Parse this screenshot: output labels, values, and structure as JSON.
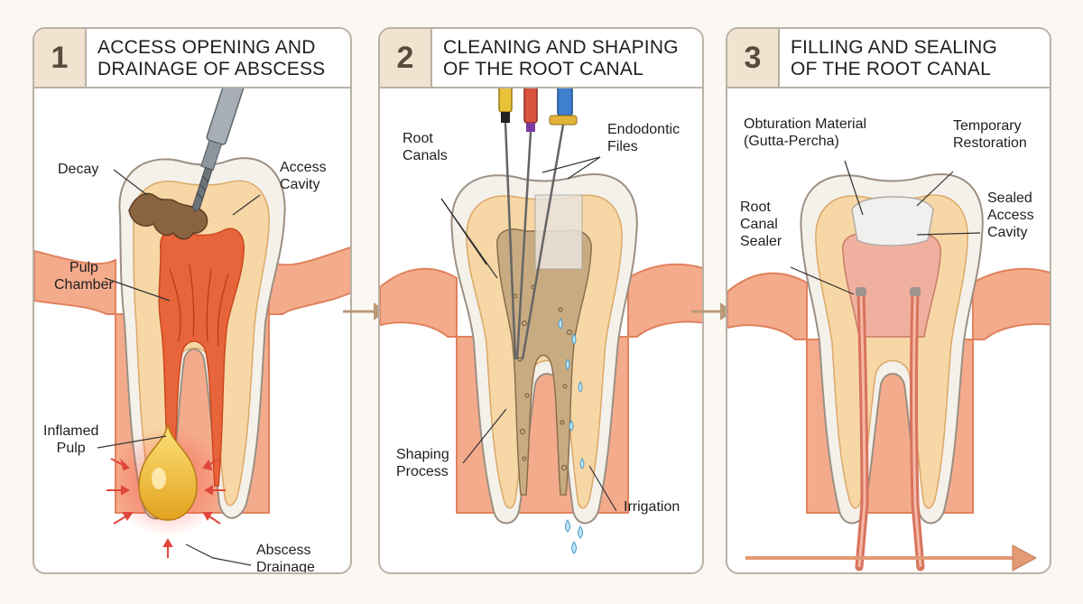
{
  "panels": [
    {
      "number": "1",
      "title_line1": "ACCESS OPENING AND",
      "title_line2": "DRAINAGE OF ABSCESS",
      "labels": {
        "decay": "Decay",
        "access_cavity_1": "Access",
        "access_cavity_2": "Cavity",
        "pulp_chamber_1": "Pulp",
        "pulp_chamber_2": "Chamber",
        "inflamed_pulp_1": "Inflamed",
        "inflamed_pulp_2": "Pulp",
        "abscess_drainage_1": "Abscess",
        "abscess_drainage_2": "Drainage"
      }
    },
    {
      "number": "2",
      "title_line1": "CLEANING AND SHAPING",
      "title_line2": "OF THE ROOT CANAL",
      "labels": {
        "root_canals_1": "Root",
        "root_canals_2": "Canals",
        "endodontic_files_1": "Endodontic",
        "endodontic_files_2": "Files",
        "shaping_process_1": "Shaping",
        "shaping_process_2": "Process",
        "irrigation": "Irrigation"
      }
    },
    {
      "number": "3",
      "title_line1": "FILLING AND SEALING",
      "title_line2": "OF THE ROOT CANAL",
      "labels": {
        "obturation_1": "Obturation Material",
        "obturation_2": "(Gutta-Percha)",
        "temporary_restoration_1": "Temporary",
        "temporary_restoration_2": "Restoration",
        "root_canal_sealer_1": "Root",
        "root_canal_sealer_2": "Canal",
        "root_canal_sealer_3": "Sealer",
        "sealed_access_cavity_1": "Sealed",
        "sealed_access_cavity_2": "Access",
        "sealed_access_cavity_3": "Cavity"
      }
    }
  ],
  "colors": {
    "enamel": "#f4f1ea",
    "dentin": "#f7d7a6",
    "pulp": "#e8643a",
    "gum": "#f2a07e",
    "decay": "#8a6340",
    "abscess": "#f2c23a",
    "border": "#b9b1a6",
    "arrow": "#b89a78"
  }
}
